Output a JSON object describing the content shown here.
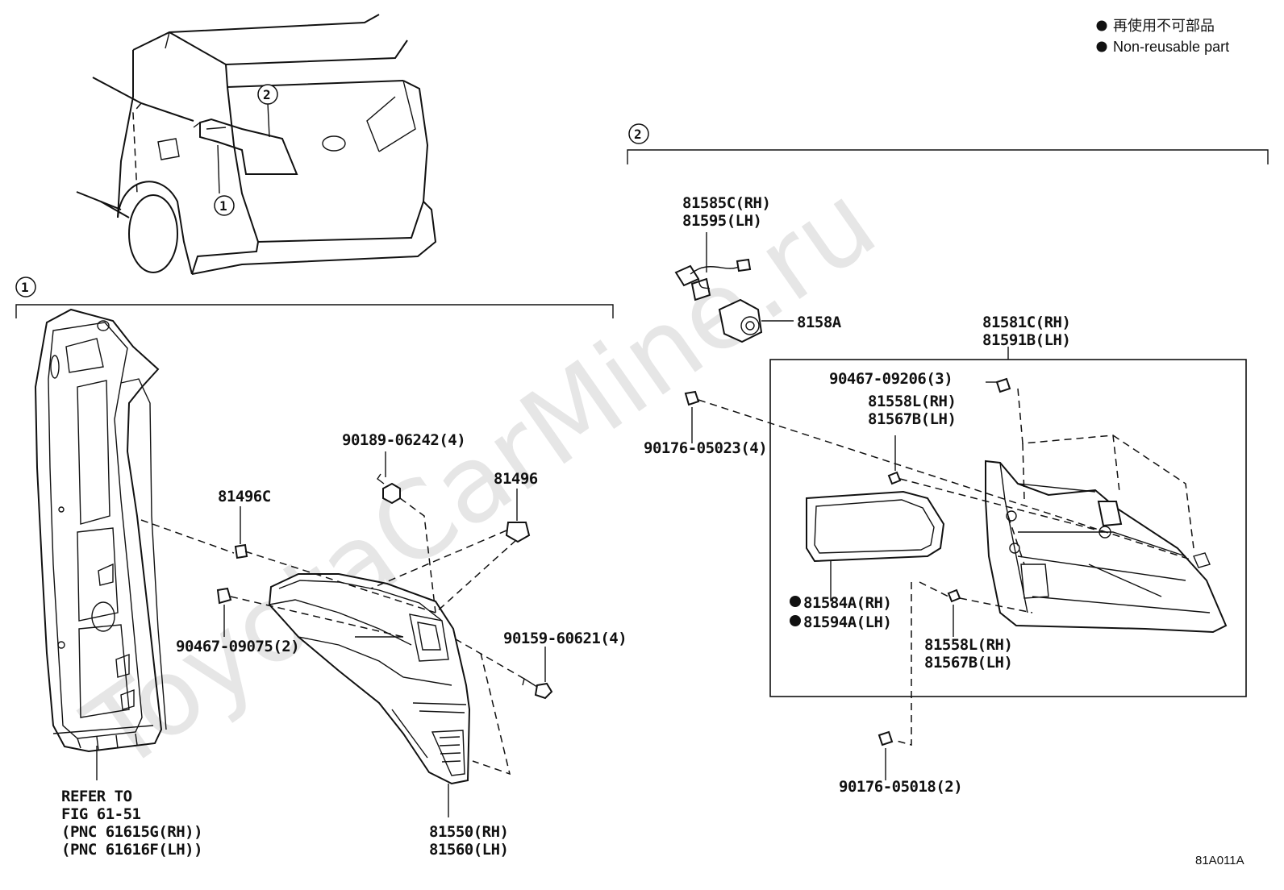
{
  "legend": {
    "jp": "再使用不可部品",
    "en": "Non-reusable part"
  },
  "sections": {
    "s1": "1",
    "s2": "2"
  },
  "overview": {
    "callout_1": "1",
    "callout_2": "2"
  },
  "labels": {
    "p90189": "90189-06242(4)",
    "p81496": "81496",
    "p81496c": "81496C",
    "p90467_09075": "90467-09075(2)",
    "p90159": "90159-60621(4)",
    "refer": [
      "REFER TO",
      "FIG 61-51",
      "(PNC 61615G(RH))",
      "(PNC 61616F(LH))"
    ],
    "p81550": "81550(RH)",
    "p81560": "81560(LH)",
    "p81585c": "81585C(RH)",
    "p81595": "81595(LH)",
    "p8158a": "8158A",
    "p81581c": "81581C(RH)",
    "p81591b": "81591B(LH)",
    "p90467_09206": "90467-09206(3)",
    "p81558l_a": "81558L(RH)",
    "p81567b_a": "81567B(LH)",
    "p90176_05023": "90176-05023(4)",
    "p81584a": "81584A(RH)",
    "p81594a": "81594A(LH)",
    "p81558l_b": "81558L(RH)",
    "p81567b_b": "81567B(LH)",
    "p90176_05018": "90176-05018(2)"
  },
  "figure_code": "81A011A",
  "watermark": "ToyotaCarMine.ru"
}
